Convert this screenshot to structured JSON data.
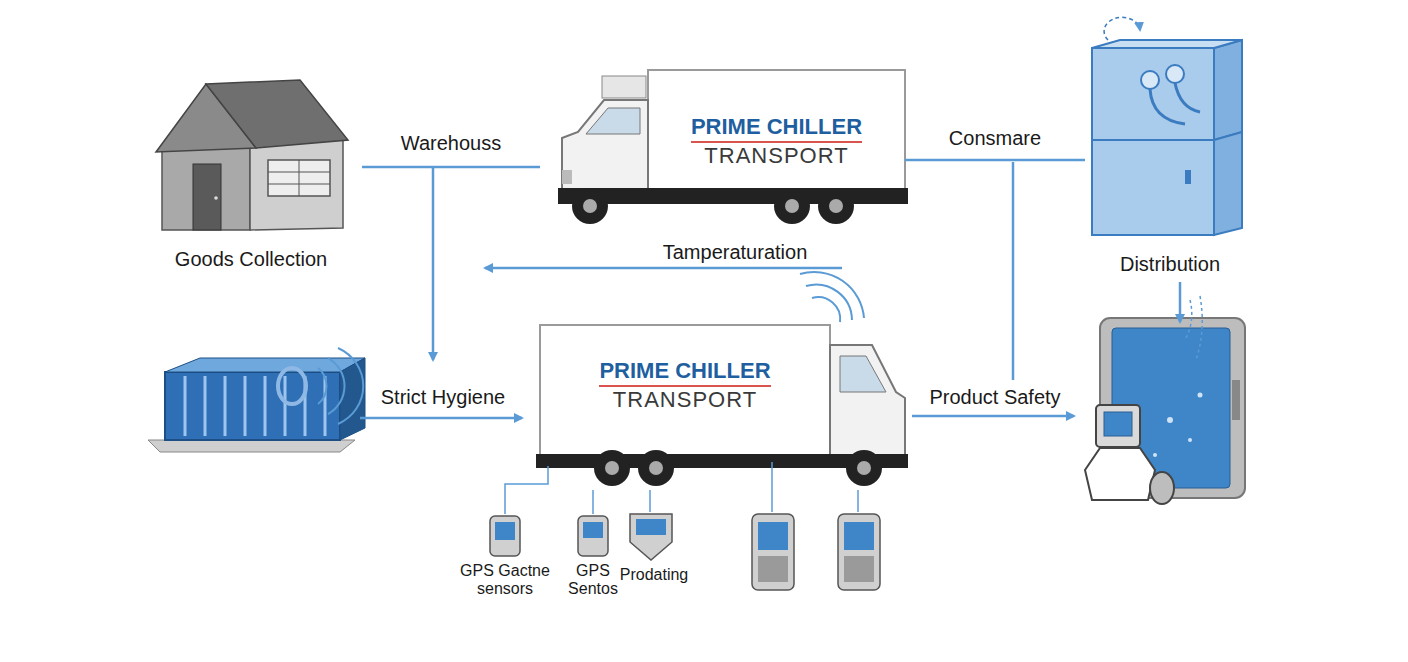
{
  "diagram": {
    "nodes": [
      {
        "text": [
          "Goods Collection"
        ]
      },
      {
        "text": [
          "PRIME CHILLER",
          "TRANSPORT"
        ]
      },
      {
        "text": [
          "Distribution"
        ]
      },
      {
        "text": [
          "PRIME CHILLER",
          "TRANSPORT"
        ]
      }
    ],
    "edges": [
      {
        "from": 0,
        "to": 1,
        "arrow": "none",
        "label": "Warehouss"
      },
      {
        "from": 1,
        "to": 2,
        "arrow": "none",
        "label": "Consmare"
      }
    ],
    "labels": [
      "Tamperaturation",
      "Strict Hygiene",
      "Product Safety",
      "GPS Gactne sensors",
      "GPS Sentos",
      "Prodating"
    ]
  }
}
